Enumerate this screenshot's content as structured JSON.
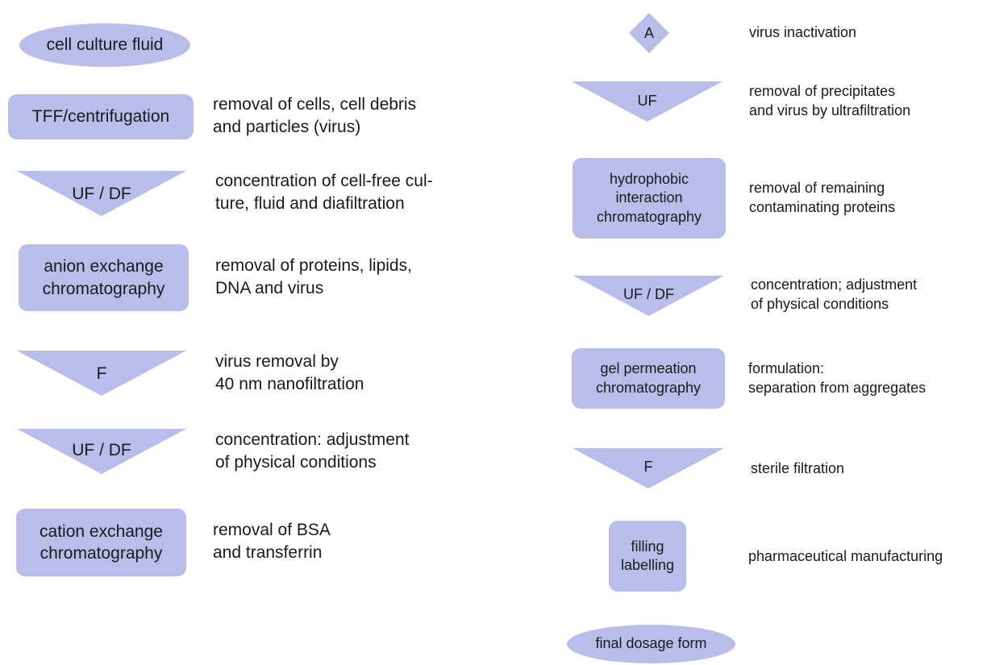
{
  "left": {
    "start": "cell culture fluid",
    "steps": [
      {
        "label": "TFF/centrifugation",
        "desc": "removal of cells, cell debris\nand particles (virus)"
      },
      {
        "label": "UF / DF",
        "desc": "concentration of cell-free cul-\nture, fluid and diafiltration"
      },
      {
        "label": "anion exchange\nchromatography",
        "desc": "removal of proteins, lipids,\nDNA and virus"
      },
      {
        "label": "F",
        "desc": "virus removal by\n40 nm nanofiltration"
      },
      {
        "label": "UF / DF",
        "desc": "concentration: adjustment\nof physical conditions"
      },
      {
        "label": "cation exchange\nchromatography",
        "desc": "removal of BSA\nand transferrin"
      }
    ]
  },
  "right": {
    "steps": [
      {
        "label": "A",
        "desc": "virus inactivation"
      },
      {
        "label": "UF",
        "desc": "removal of precipitates\nand virus by ultrafiltration"
      },
      {
        "label": "hydrophobic\ninteraction\nchromatography",
        "desc": "removal of remaining\ncontaminating proteins"
      },
      {
        "label": "UF / DF",
        "desc": "concentration; adjustment\nof physical conditions"
      },
      {
        "label": "gel permeation\nchromatography",
        "desc": "formulation:\nseparation from aggregates"
      },
      {
        "label": "F",
        "desc": "sterile filtration"
      },
      {
        "label": "filling\nlabelling",
        "desc": "pharmaceutical manufacturing"
      }
    ],
    "end": "final dosage form"
  }
}
